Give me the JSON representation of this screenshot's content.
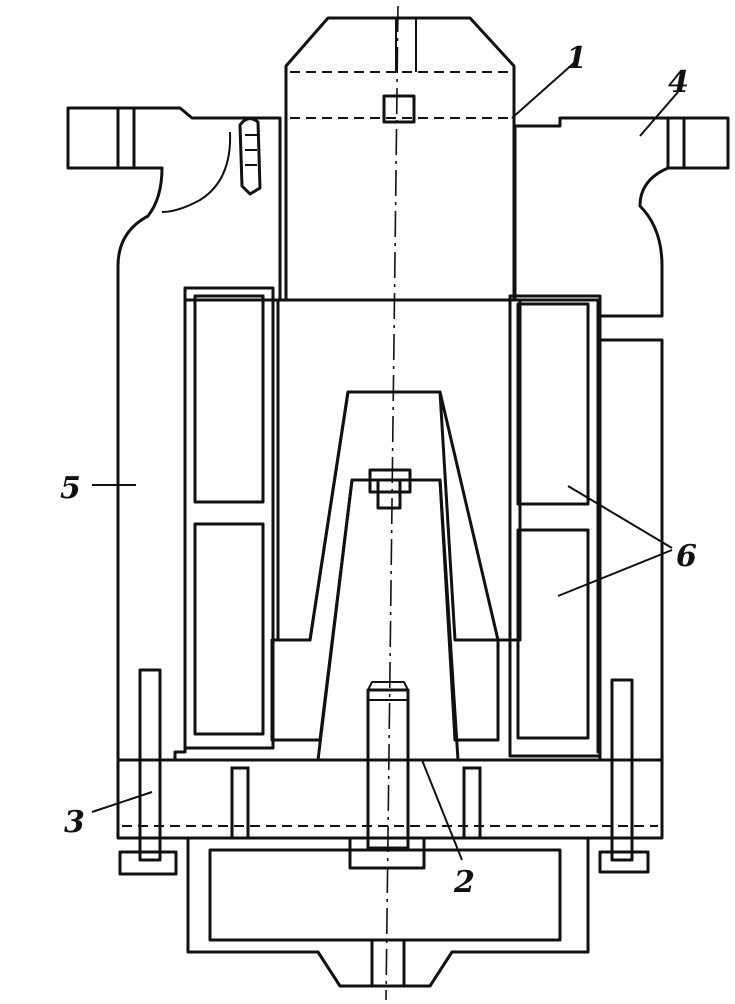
{
  "callouts": [
    {
      "id": "c1",
      "text": "1"
    },
    {
      "id": "c2",
      "text": "2"
    },
    {
      "id": "c3",
      "text": "3"
    },
    {
      "id": "c4",
      "text": "4"
    },
    {
      "id": "c5",
      "text": "5"
    },
    {
      "id": "c6",
      "text": "6"
    }
  ],
  "colors": {
    "line": "#111111",
    "paper": "#ffffff"
  }
}
